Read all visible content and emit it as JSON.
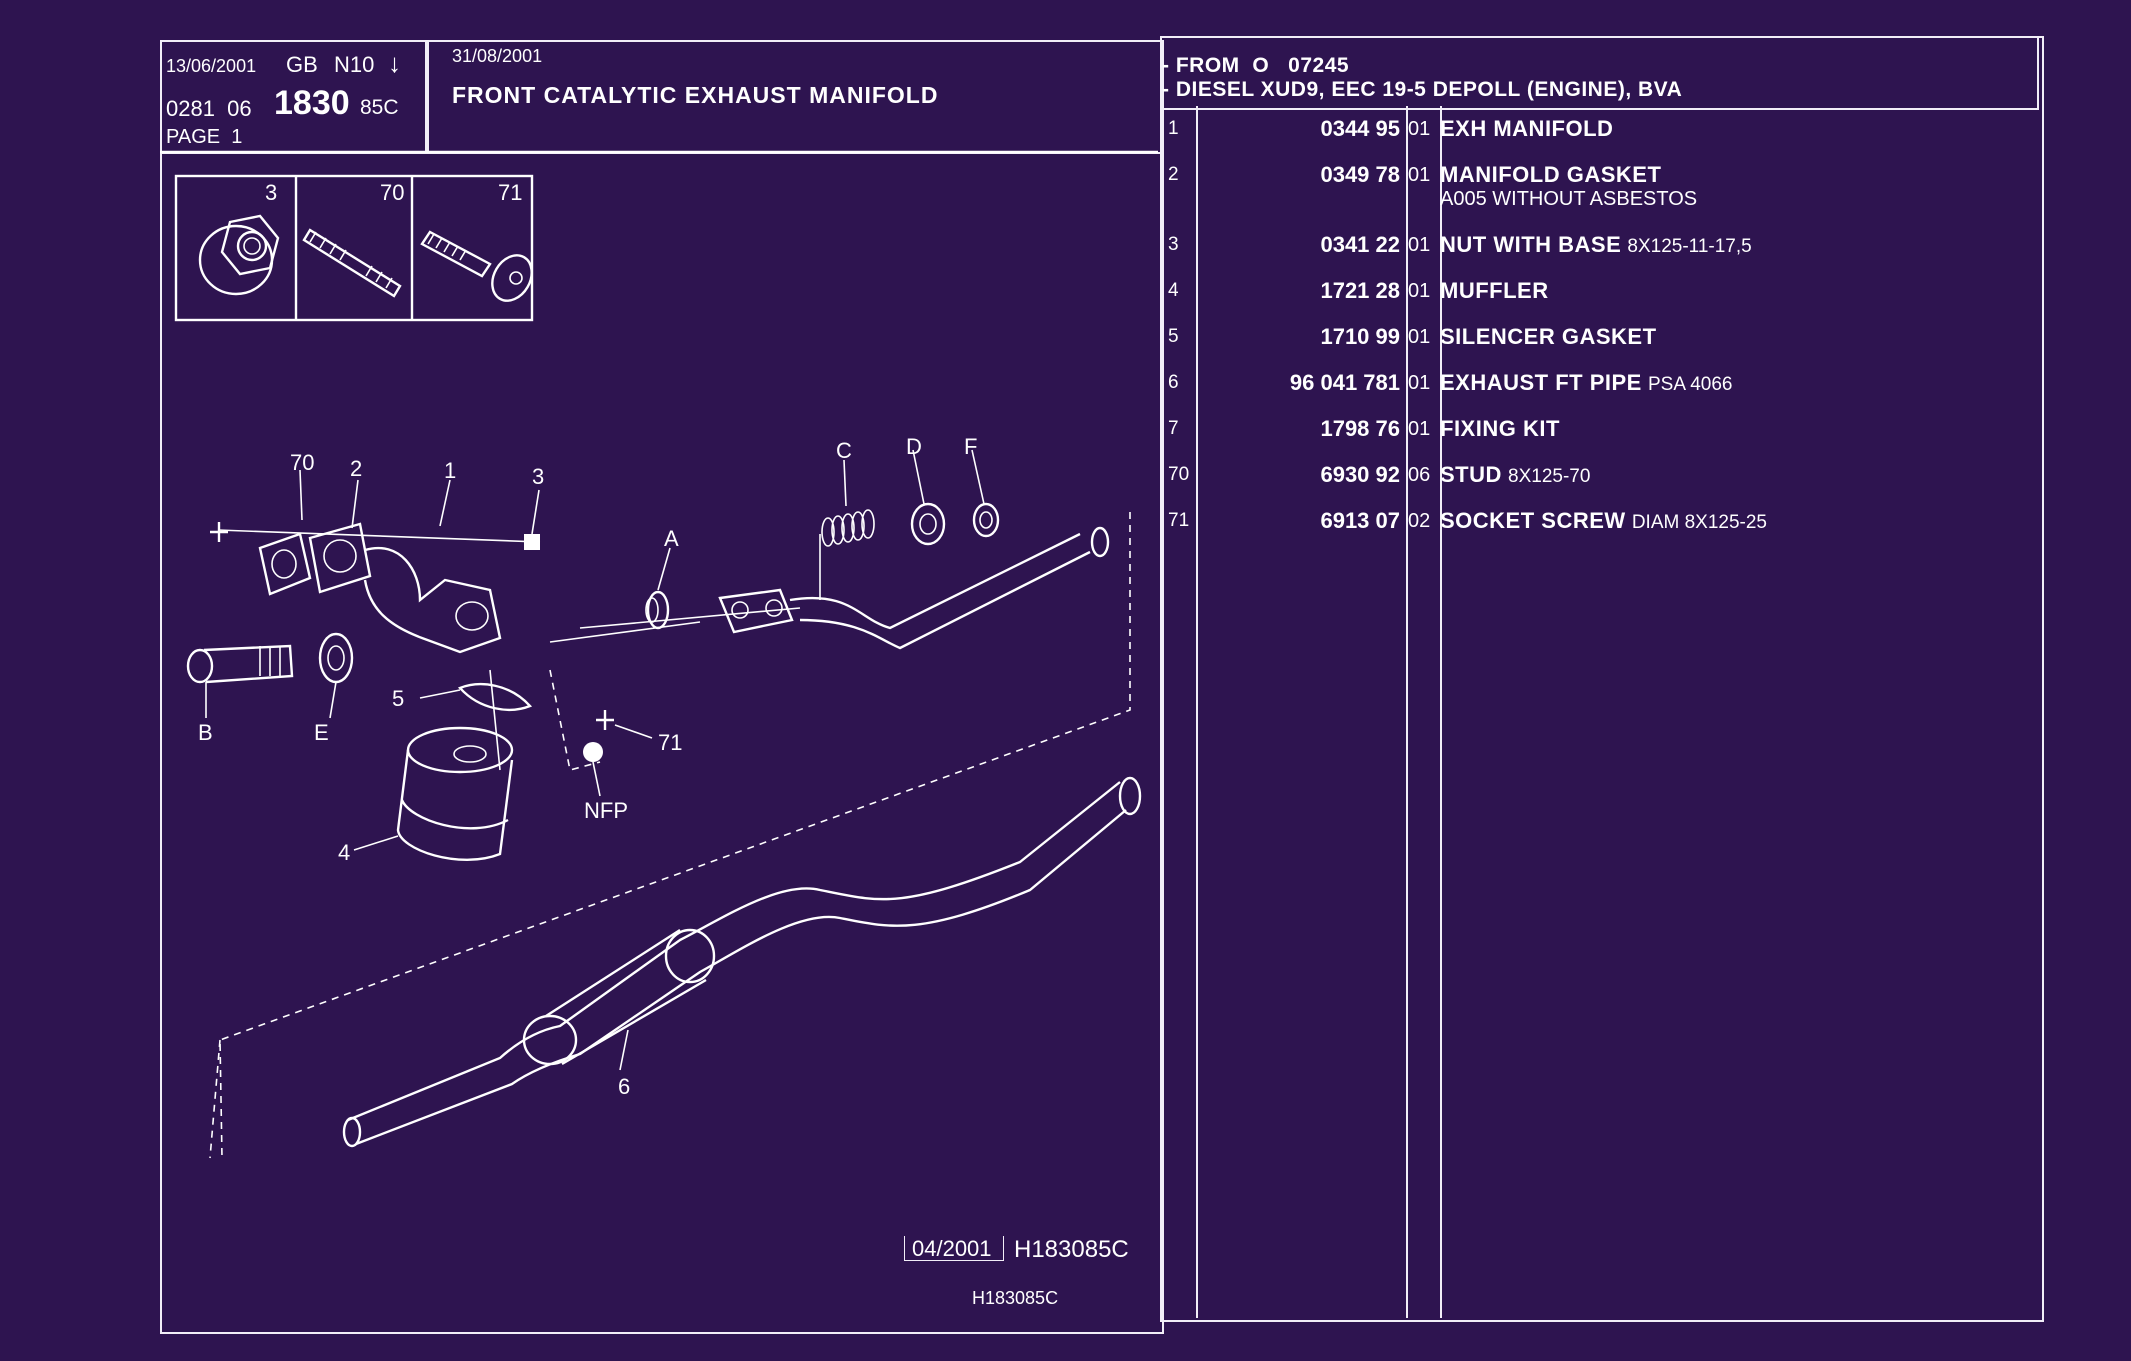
{
  "header": {
    "date_left": "13/06/2001",
    "lang": "GB",
    "code_n": "N10",
    "arrow": "↓",
    "ref_prefix": "0281  06",
    "ref_main": "1830",
    "ref_suffix": "85C",
    "page": "PAGE  1",
    "date_right": "31/08/2001",
    "title": "FRONT CATALYTIC EXHAUST MANIFOLD",
    "cond1": "- FROM  O   07245",
    "cond2": "- DIESEL XUD9, EEC 19-5 DEPOLL (ENGINE), BVA"
  },
  "thumbnails": [
    {
      "label": "3"
    },
    {
      "label": "70"
    },
    {
      "label": "71"
    }
  ],
  "callouts": {
    "c70": "70",
    "c2": "2",
    "c1": "1",
    "c3": "3",
    "cC": "C",
    "cD": "D",
    "cF": "F",
    "cA": "A",
    "cB": "B",
    "cE": "E",
    "c5": "5",
    "c71": "71",
    "cNFP": "NFP",
    "c4": "4",
    "c6": "6"
  },
  "footer": {
    "date_box": "04/2001",
    "ref_big": "H183085C",
    "ref_small": "H183085C"
  },
  "parts": [
    {
      "idx": "1",
      "ref": "0344 95",
      "qty": "01",
      "name": "EXH MANIFOLD",
      "extra": "",
      "sub": ""
    },
    {
      "idx": "2",
      "ref": "0349 78",
      "qty": "01",
      "name": "MANIFOLD GASKET",
      "extra": "",
      "sub": "A005 WITHOUT ASBESTOS"
    },
    {
      "idx": "3",
      "ref": "0341 22",
      "qty": "01",
      "name": "NUT WITH BASE",
      "extra": "8X125-11-17,5",
      "sub": ""
    },
    {
      "idx": "4",
      "ref": "1721 28",
      "qty": "01",
      "name": "MUFFLER",
      "extra": "",
      "sub": ""
    },
    {
      "idx": "5",
      "ref": "1710 99",
      "qty": "01",
      "name": "SILENCER GASKET",
      "extra": "",
      "sub": ""
    },
    {
      "idx": "6",
      "ref": "96 041 781",
      "qty": "01",
      "name": "EXHAUST FT PIPE",
      "extra": "PSA 4066",
      "sub": ""
    },
    {
      "idx": "7",
      "ref": "1798 76",
      "qty": "01",
      "name": "FIXING KIT",
      "extra": "",
      "sub": ""
    },
    {
      "idx": "70",
      "ref": "6930 92",
      "qty": "06",
      "name": "STUD",
      "extra": "8X125-70",
      "sub": ""
    },
    {
      "idx": "71",
      "ref": "6913 07",
      "qty": "02",
      "name": "SOCKET SCREW",
      "extra": "DIAM 8X125-25",
      "sub": ""
    }
  ],
  "colors": {
    "background": "#2e1450",
    "ink": "#ffffff"
  }
}
